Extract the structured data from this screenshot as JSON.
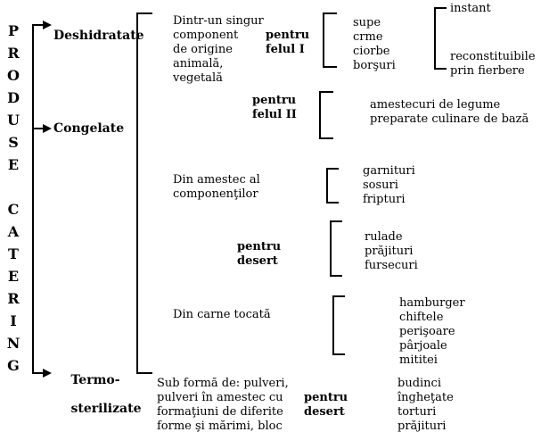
{
  "title": "PRODUSE CATERING",
  "root": {
    "label_line1": "PRODUSE",
    "label_line2": "CATERING",
    "letters_top": [
      "P",
      "R",
      "O",
      "D",
      "U",
      "S",
      "E"
    ],
    "letters_bottom": [
      "C",
      "A",
      "T",
      "E",
      "R",
      "I",
      "N",
      "G"
    ]
  },
  "categories": [
    {
      "id": "deshidratate",
      "label": "Deshidratate"
    },
    {
      "id": "congelate",
      "label": "Congelate"
    },
    {
      "id": "termosterilizate",
      "label_line1": "Termo-",
      "label_line2": "sterilizate"
    }
  ],
  "groups": [
    {
      "id": "group-1",
      "description": [
        "Dintr-un singur",
        "component",
        "de origine",
        "animală,",
        "vegetală"
      ],
      "course": [
        "pentru",
        "felul I"
      ],
      "items": [
        "supe",
        "crme",
        "ciorbe",
        "borşuri"
      ],
      "subitems": [
        "instant",
        "reconstituibile",
        "prin fierbere"
      ]
    },
    {
      "id": "group-2",
      "description": [],
      "course": [
        "pentru",
        "felul II"
      ],
      "items": [
        "amestecuri de legume",
        "preparate culinare de bază"
      ],
      "subitems": []
    },
    {
      "id": "group-3",
      "description": [
        "Din amestec al",
        "componenţilor"
      ],
      "course": [],
      "items": [
        "garnituri",
        "sosuri",
        "fripturi"
      ],
      "subitems": []
    },
    {
      "id": "group-4",
      "description": [],
      "course": [
        "pentru",
        "desert"
      ],
      "items": [
        "rulade",
        "prăjituri",
        "fursecuri"
      ],
      "subitems": []
    },
    {
      "id": "group-5",
      "description": [
        "Din carne tocată"
      ],
      "course": [],
      "items": [
        "hamburger",
        "chiftele",
        "perişoare",
        "pârjoale",
        "mititei"
      ],
      "subitems": []
    },
    {
      "id": "group-6",
      "description": [
        "Sub formă de: pulveri,",
        "pulveri în amestec cu",
        "formaţiuni de diferite",
        "forme şi mărimi, bloc"
      ],
      "course": [
        "pentru",
        "desert"
      ],
      "items": [
        "budinci",
        "îngheţate",
        "torturi",
        "prăjituri"
      ],
      "subitems": []
    }
  ],
  "colors": {
    "line": "#000000",
    "text": "#000000",
    "background": "#ffffff"
  }
}
